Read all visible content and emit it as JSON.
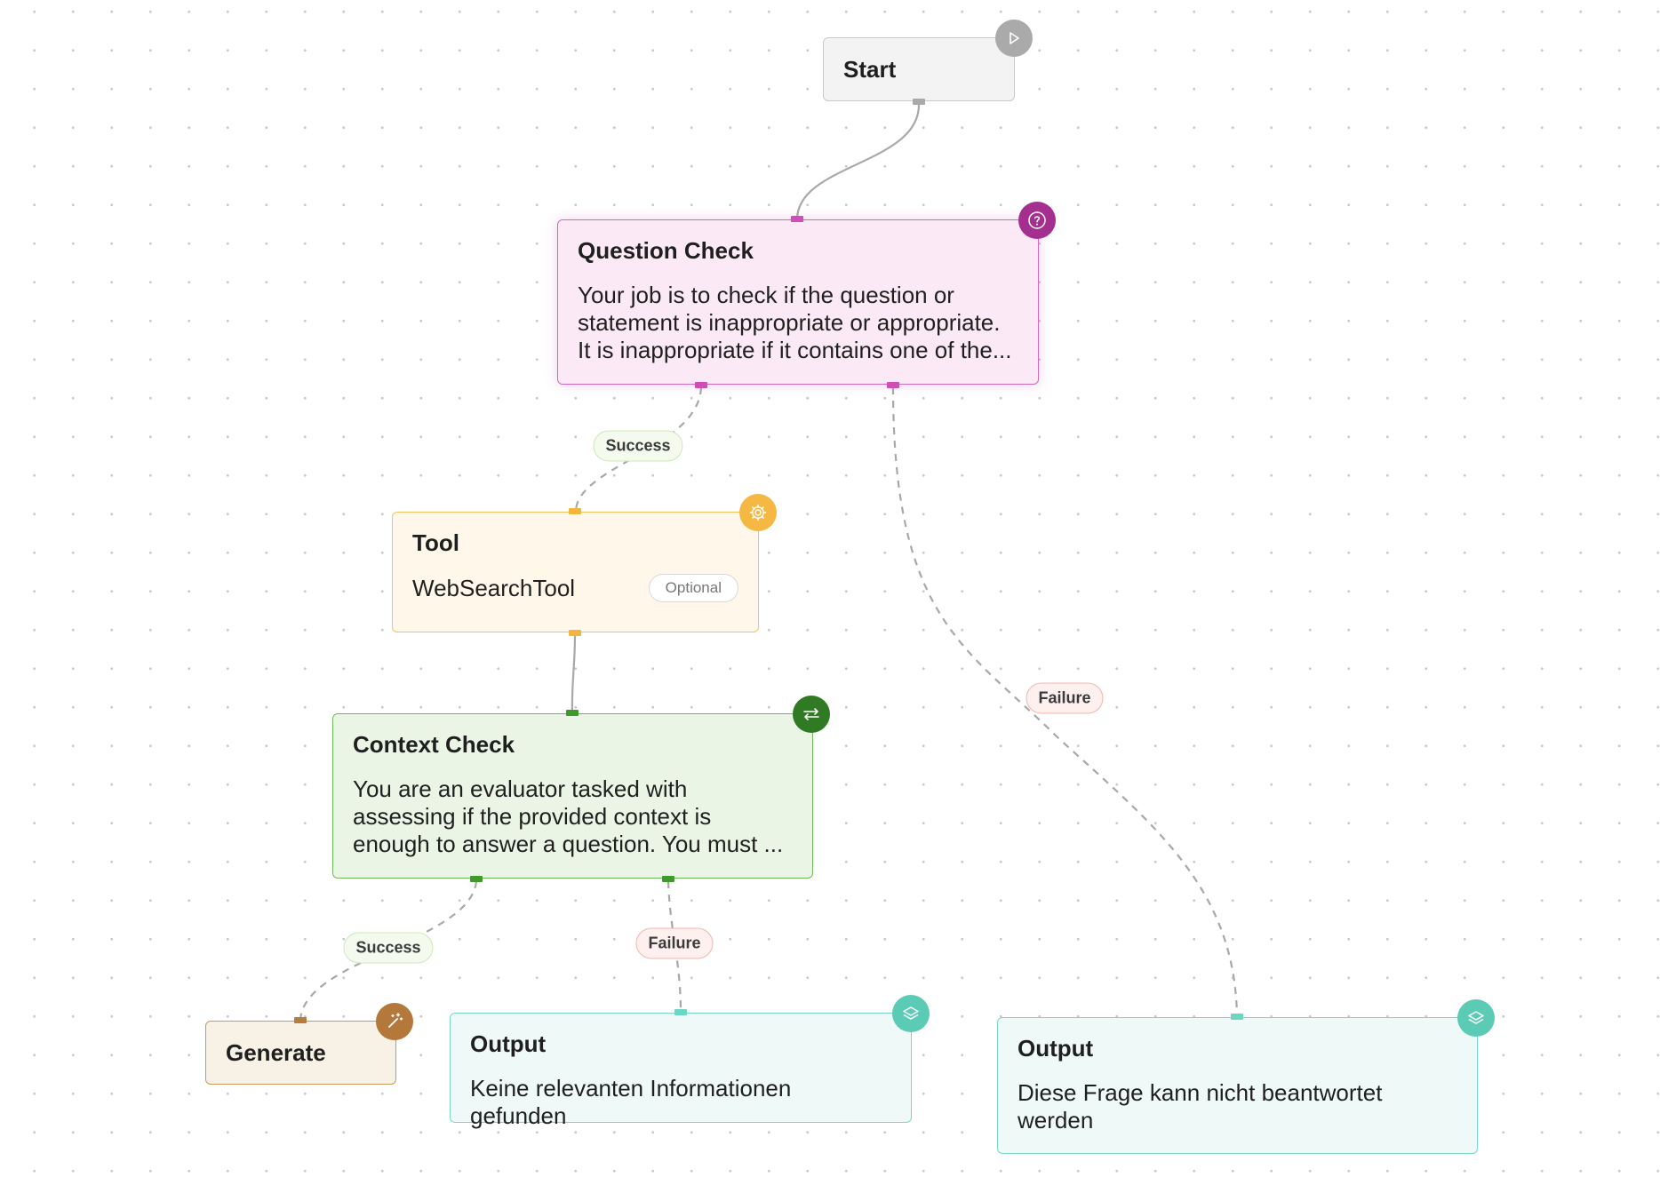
{
  "nodes": {
    "start": {
      "title": "Start",
      "icon": "play-icon"
    },
    "question_check": {
      "title": "Question Check",
      "lines": [
        "Your job is to check if the question or",
        "statement is inappropriate or appropriate.",
        "It is inappropriate if it contains one of the..."
      ],
      "icon": "question-icon"
    },
    "tool": {
      "title": "Tool",
      "value": "WebSearchTool",
      "badge": "Optional",
      "icon": "gear-icon"
    },
    "context_check": {
      "title": "Context Check",
      "lines": [
        "You are an evaluator tasked with",
        "assessing if the provided context is",
        "enough to answer a question. You must ..."
      ],
      "icon": "loop-icon"
    },
    "generate": {
      "title": "Generate",
      "icon": "magic-wand-icon"
    },
    "output_1": {
      "title": "Output",
      "lines": [
        "Keine relevanten Informationen gefunden"
      ],
      "icon": "layers-icon"
    },
    "output_2": {
      "title": "Output",
      "lines": [
        "Diese Frage kann nicht beantwortet",
        "werden"
      ],
      "icon": "layers-icon"
    }
  },
  "edge_labels": {
    "question_success": "Success",
    "question_failure": "Failure",
    "context_success": "Success",
    "context_failure": "Failure"
  },
  "colors": {
    "start": "#aaaaaa",
    "question_check": "#a52f8e",
    "tool": "#f4b843",
    "context_check": "#2f7a22",
    "generate": "#b3783a",
    "output": "#5ccbb5"
  }
}
